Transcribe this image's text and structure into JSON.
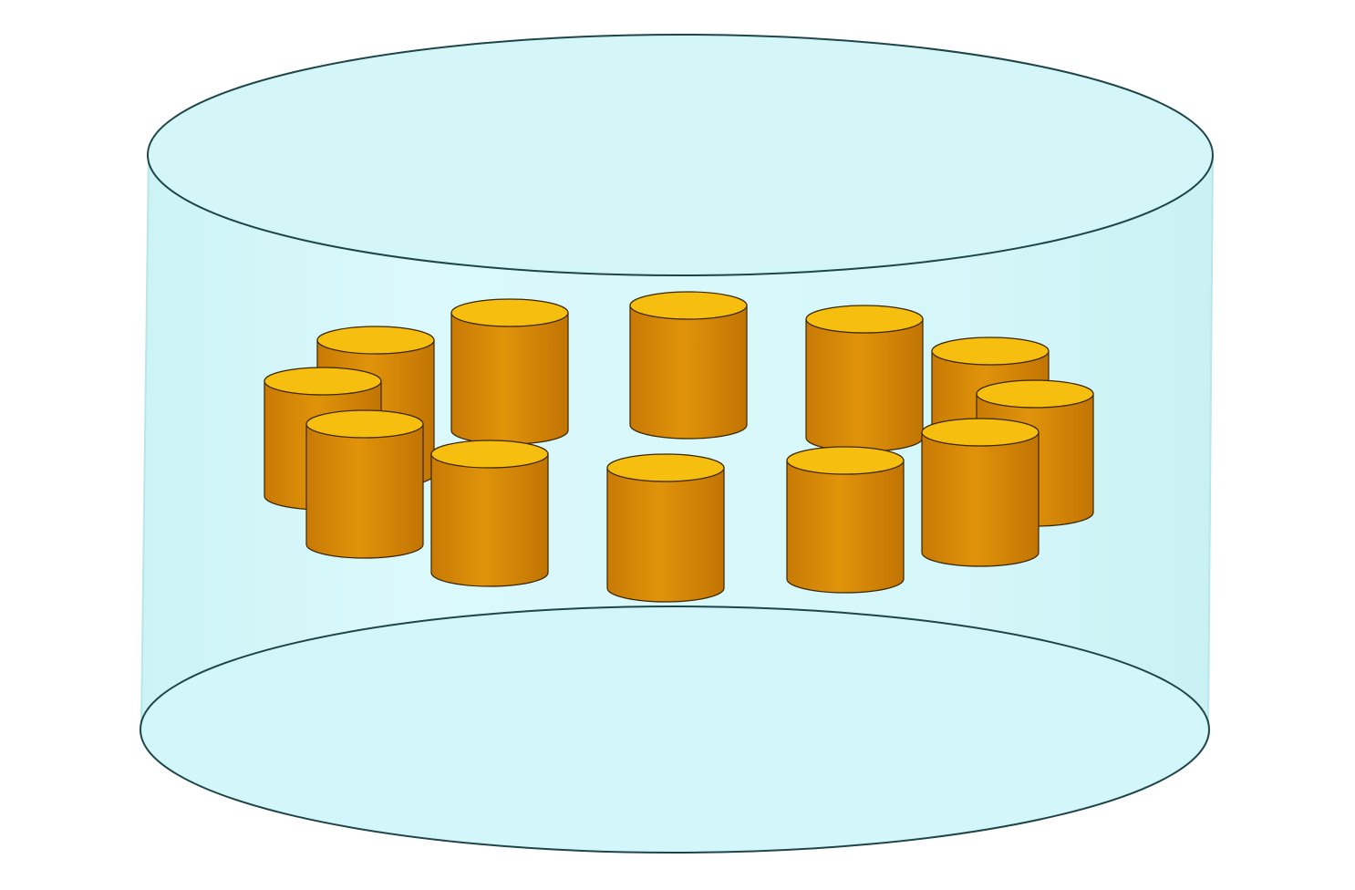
{
  "diagram": {
    "container_shape": "transparent-cylinder",
    "object_shape": "small-solid-cylinder",
    "object_count": 12,
    "arrangement": "ring",
    "colors": {
      "background": "#ffffff",
      "container_fill": "#d5f7fa",
      "container_top": "#d2f6f9",
      "container_outline": "#1e4648",
      "object_body": "#d88a06",
      "object_top": "#f6bf10",
      "object_outline": "#3a2600"
    }
  }
}
